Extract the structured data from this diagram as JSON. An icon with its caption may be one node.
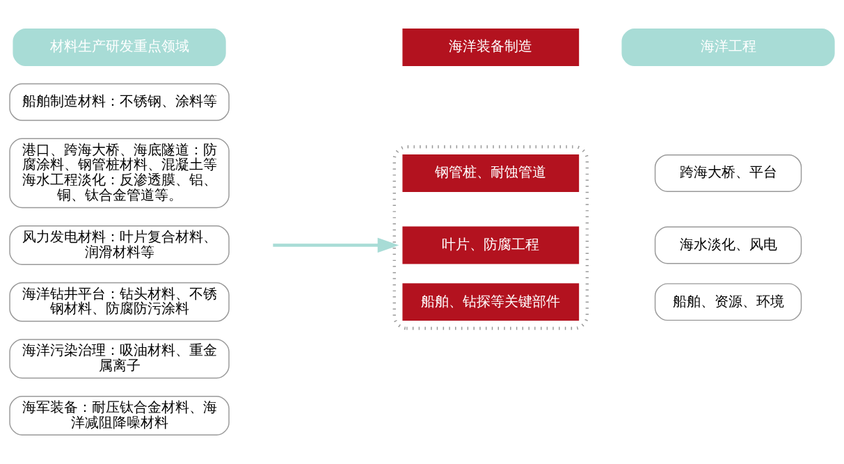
{
  "diagram": {
    "nodes": [
      {
        "text": [
          "材料生产研发重点领域"
        ]
      },
      {
        "text": [
          "船舶制造材料：不锈钢、涂料等"
        ]
      },
      {
        "text": [
          "港口、跨海大桥、海底隧道：防腐涂料、钢管桩材料、混凝土等海水工程淡化：反渗透膜、铝、铜、钛合金管道等。"
        ]
      },
      {
        "text": [
          "风力发电材料：叶片复合材料、润滑材料等"
        ]
      },
      {
        "text": [
          "海洋钻井平台：钻头材料、不锈钢材料、防腐防污涂料"
        ]
      },
      {
        "text": [
          "海洋污染治理：吸油材料、重金属离子"
        ]
      },
      {
        "text": [
          "海军装备：耐压钛合金材料、海洋减阻降噪材料"
        ]
      },
      {
        "text": [
          "海洋装备制造"
        ]
      },
      {
        "text": [],
        "shape": "box"
      },
      {
        "text": [
          "钢管桩、耐蚀管道"
        ],
        "in": 8
      },
      {
        "text": [
          "叶片、防腐工程"
        ],
        "in": 8
      },
      {
        "text": [
          "船舶、钻探等关键部件"
        ],
        "in": 8
      },
      {
        "text": [
          "海洋工程"
        ]
      },
      {
        "text": [
          "跨海大桥、平台"
        ]
      },
      {
        "text": [
          "海水淡化、风电"
        ]
      },
      {
        "text": [
          "船舶、资源、环境"
        ]
      }
    ],
    "edges": [
      {
        "from": null,
        "to": 8,
        "arrow": "to",
        "color": "#a8dcd6"
      }
    ]
  }
}
